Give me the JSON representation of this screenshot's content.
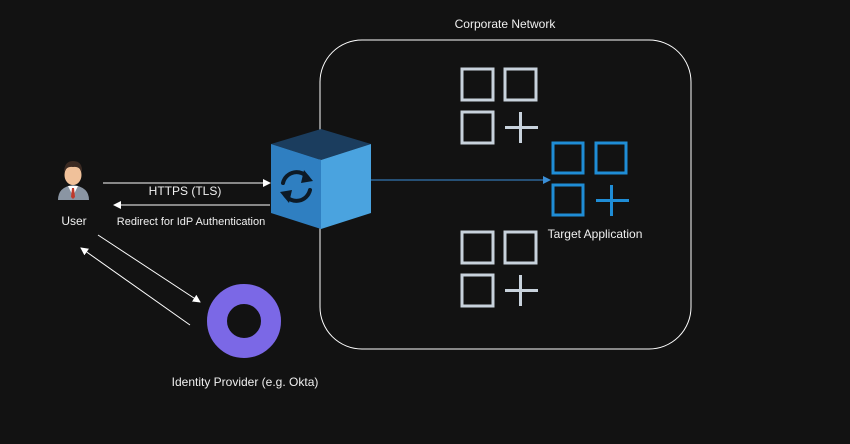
{
  "diagram": {
    "network_label": "Corporate Network",
    "user_label": "User",
    "idp_label": "Identity Provider (e.g. Okta)",
    "target_label": "Target Application",
    "edge_https": "HTTPS (TLS)",
    "edge_redirect": "Redirect for IdP Authentication"
  },
  "colors": {
    "background": "#121212",
    "line": "#ffffff",
    "app_icon_gray": "#c8d2dc",
    "app_icon_blue": "#1f8dd6",
    "proxy_cube_front": "#2f7fc1",
    "proxy_cube_side": "#4aa3df",
    "proxy_cube_top": "#1b3d5e",
    "idp_ring": "#7b68e6",
    "link_arrow": "#3a8fd8"
  },
  "icons": {
    "user": "user-avatar-icon",
    "proxy": "sync-proxy-cube-icon",
    "idp": "ring-icon",
    "app": "app-grid-plus-icon"
  }
}
